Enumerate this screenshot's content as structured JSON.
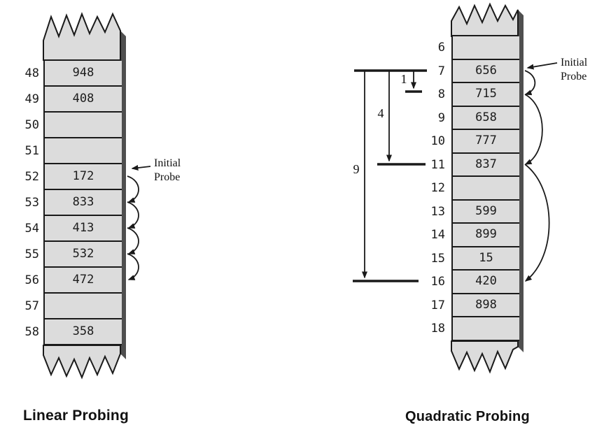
{
  "linear": {
    "title": "Linear Probing",
    "initial_probe_label": "Initial Probe",
    "rows": [
      {
        "index": "48",
        "value": "948"
      },
      {
        "index": "49",
        "value": "408"
      },
      {
        "index": "50",
        "value": ""
      },
      {
        "index": "51",
        "value": ""
      },
      {
        "index": "52",
        "value": "172"
      },
      {
        "index": "53",
        "value": "833"
      },
      {
        "index": "54",
        "value": "413"
      },
      {
        "index": "55",
        "value": "532"
      },
      {
        "index": "56",
        "value": "472"
      },
      {
        "index": "57",
        "value": ""
      },
      {
        "index": "58",
        "value": "358"
      }
    ]
  },
  "quadratic": {
    "title": "Quadratic Probing",
    "initial_probe_label": "Initial Probe",
    "distance_labels": [
      "1",
      "4",
      "9"
    ],
    "rows": [
      {
        "index": "6",
        "value": ""
      },
      {
        "index": "7",
        "value": "656"
      },
      {
        "index": "8",
        "value": "715"
      },
      {
        "index": "9",
        "value": "658"
      },
      {
        "index": "10",
        "value": "777"
      },
      {
        "index": "11",
        "value": "837"
      },
      {
        "index": "12",
        "value": ""
      },
      {
        "index": "13",
        "value": "599"
      },
      {
        "index": "14",
        "value": "899"
      },
      {
        "index": "15",
        "value": "15"
      },
      {
        "index": "16",
        "value": "420"
      },
      {
        "index": "17",
        "value": "898"
      },
      {
        "index": "18",
        "value": ""
      }
    ]
  },
  "colors": {
    "cell_fill": "#dcdcdc",
    "line": "#1a1a1a",
    "shadow_edge": "#4f4f4f"
  }
}
